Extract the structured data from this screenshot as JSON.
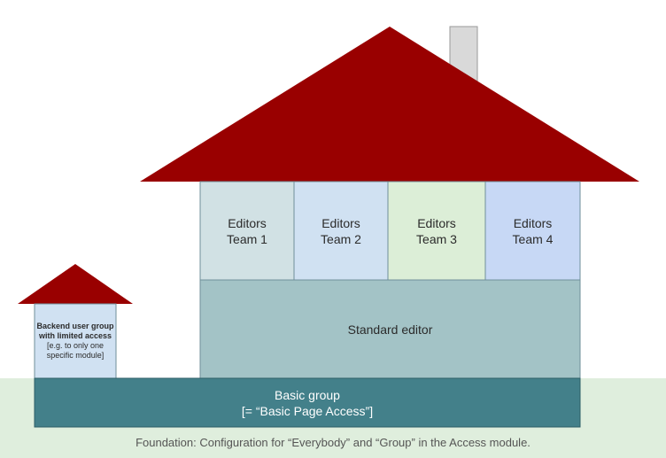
{
  "colors": {
    "roof": "#990000",
    "chimney": "#d9d9d9",
    "ground": "#dfeedd",
    "foundation": "#43808a",
    "standard_editor": "#a3c3c6",
    "team1": "#d1e1e4",
    "team2": "#d0e1f2",
    "team3": "#dceed7",
    "team4": "#c7d8f5",
    "annex_wall": "#d0e1f2"
  },
  "teams": [
    {
      "line1": "Editors",
      "line2": "Team 1"
    },
    {
      "line1": "Editors",
      "line2": "Team 2"
    },
    {
      "line1": "Editors",
      "line2": "Team 3"
    },
    {
      "line1": "Editors",
      "line2": "Team 4"
    }
  ],
  "standard_editor": "Standard editor",
  "basic_group": {
    "line1": "Basic group",
    "line2": "[= “Basic Page Access”]"
  },
  "annex": {
    "line1": "Backend user group",
    "line2": "with limited access",
    "line3": "[e.g. to only one",
    "line4": "specific module]"
  },
  "caption": "Foundation: Configuration for “Everybody” and “Group” in the Access module."
}
